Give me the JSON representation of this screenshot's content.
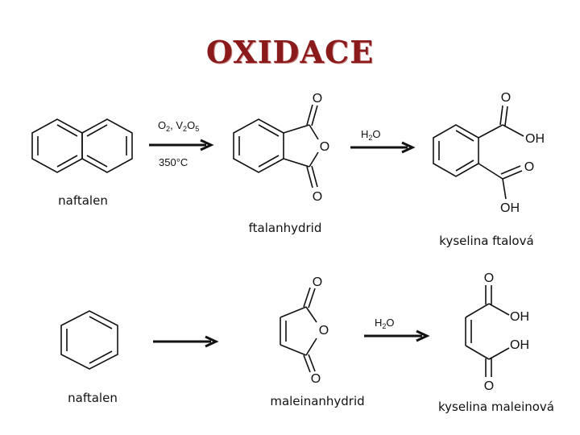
{
  "title": "OXIDACE",
  "reaction1": {
    "reactant_name": "naftalen",
    "conditions": {
      "reagents": {
        "o_sym": "O",
        "o_sub": "2",
        "sep": ", V",
        "v_sub": "2",
        "o2_sym": "O",
        "o2_sub": "5"
      },
      "temperature": "350°C"
    },
    "intermediate_name": "ftalanhydrid",
    "water": {
      "h": "H",
      "sub": "2",
      "o": "O"
    },
    "product_name": "kyselina ftalová"
  },
  "reaction2": {
    "reactant_name": "naftalen",
    "intermediate_name": "maleinanhydrid",
    "water": {
      "h": "H",
      "sub": "2",
      "o": "O"
    },
    "product_name": "kyselina maleinová"
  },
  "atoms": {
    "oxygen": "O",
    "hydroxyl": "OH"
  }
}
